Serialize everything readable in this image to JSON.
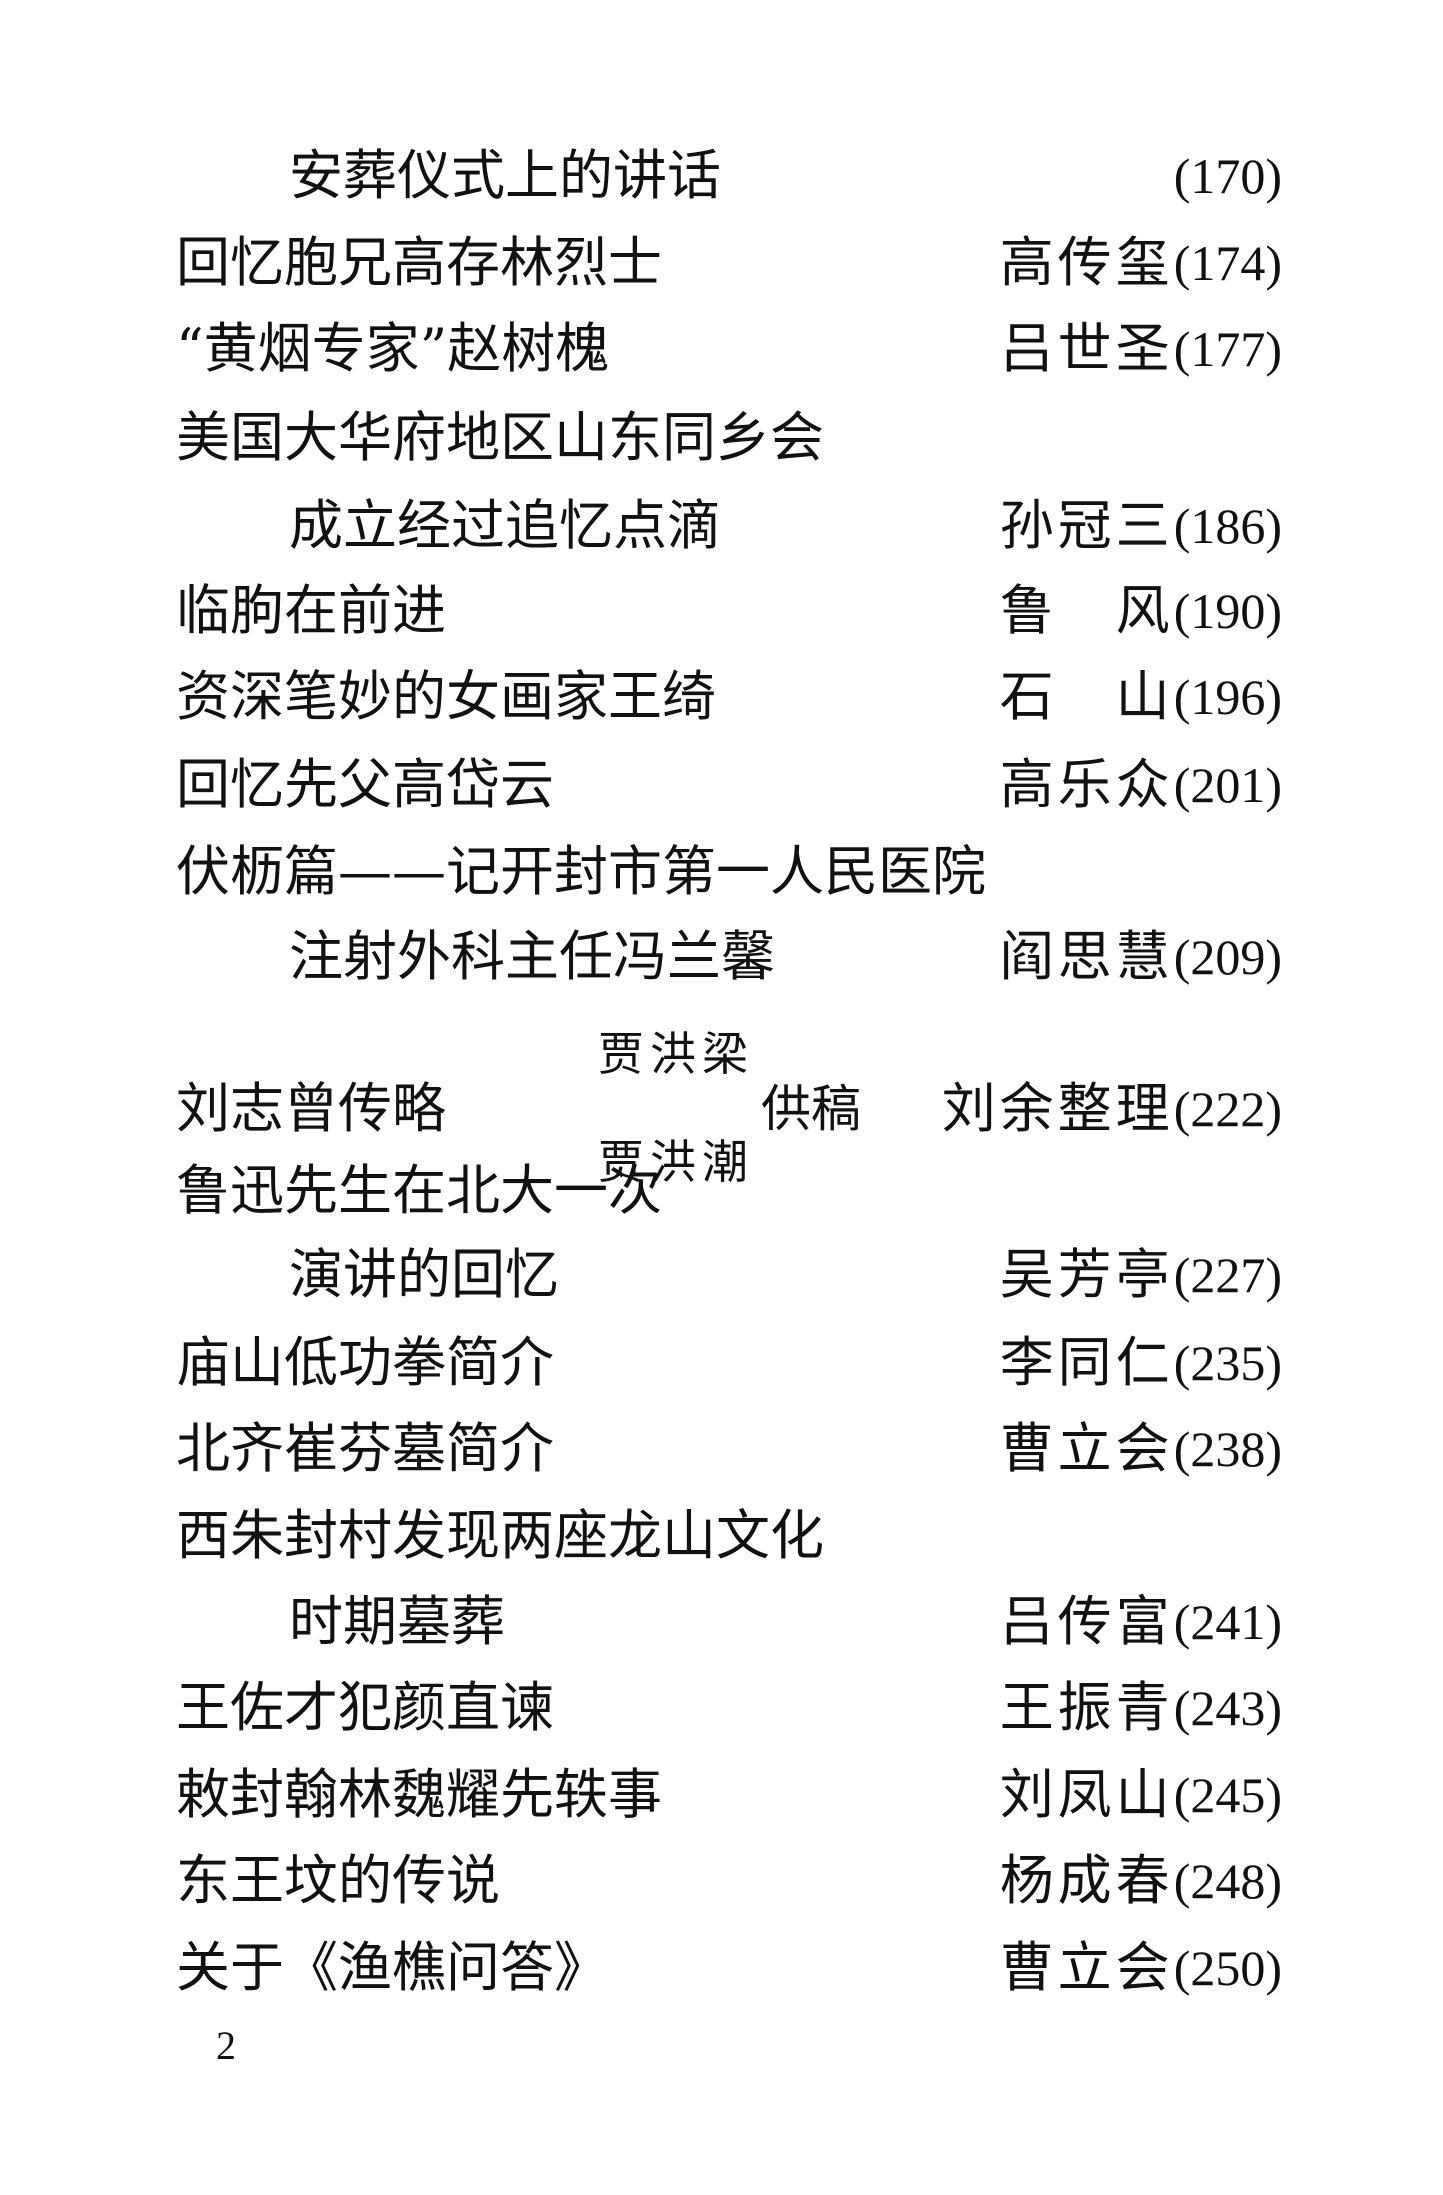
{
  "entries": [
    {
      "title": "安葬仪式上的讲话",
      "indent": true,
      "author": "",
      "page": "(170)"
    },
    {
      "title": "回忆胞兄高存林烈士",
      "indent": false,
      "author": "高传玺",
      "page": "(174)"
    },
    {
      "title": "“黄烟专家”赵树槐",
      "indent": false,
      "author": "吕世圣",
      "page": "(177)"
    },
    {
      "title": "美国大华府地区山东同乡会",
      "indent": false,
      "author": null,
      "page": null
    },
    {
      "title": "成立经过追忆点滴",
      "indent": true,
      "author": "孙冠三",
      "page": "(186)"
    },
    {
      "title": "临朐在前进",
      "indent": false,
      "author": "鲁　风",
      "page": "(190)"
    },
    {
      "title": "资深笔妙的女画家王绮",
      "indent": false,
      "author": "石　山",
      "page": "(196)"
    },
    {
      "title": "回忆先父高岱云",
      "indent": false,
      "author": "高乐众",
      "page": "(201)"
    },
    {
      "title": "伏枥篇——记开封市第一人民医院",
      "indent": false,
      "author": null,
      "page": null
    },
    {
      "title": "注射外科主任冯兰馨",
      "indent": true,
      "author": "阎思慧",
      "page": "(209)"
    },
    {
      "title": "鲁迅先生在北大一次",
      "indent": false,
      "author": null,
      "page": null
    },
    {
      "title": "演讲的回忆",
      "indent": true,
      "author": "吴芳亭",
      "page": "(227)"
    },
    {
      "title": "庙山低功拳简介",
      "indent": false,
      "author": "李同仁",
      "page": "(235)"
    },
    {
      "title": "北齐崔芬墓简介",
      "indent": false,
      "author": "曹立会",
      "page": "(238)"
    },
    {
      "title": "西朱封村发现两座龙山文化",
      "indent": false,
      "author": null,
      "page": null
    },
    {
      "title": "时期墓葬",
      "indent": true,
      "author": "吕传富",
      "page": "(241)"
    },
    {
      "title": "王佐才犯颜直谏",
      "indent": false,
      "author": "王振青",
      "page": "(243)"
    },
    {
      "title": "敕封翰林魏耀先轶事",
      "indent": false,
      "author": "刘凤山",
      "page": "(245)"
    },
    {
      "title": "东王坟的传说",
      "indent": false,
      "author": "杨成春",
      "page": "(248)"
    },
    {
      "title": "关于《渔樵问答》",
      "indent": false,
      "author": "曹立会",
      "page": "(250)"
    }
  ],
  "special_entry": {
    "title": "刘志曾传略",
    "contributors": [
      "贾洪梁",
      "贾洪潮"
    ],
    "contributed_label": "供稿",
    "editor": "刘余整理",
    "page": "(222)"
  },
  "page_number": "2"
}
